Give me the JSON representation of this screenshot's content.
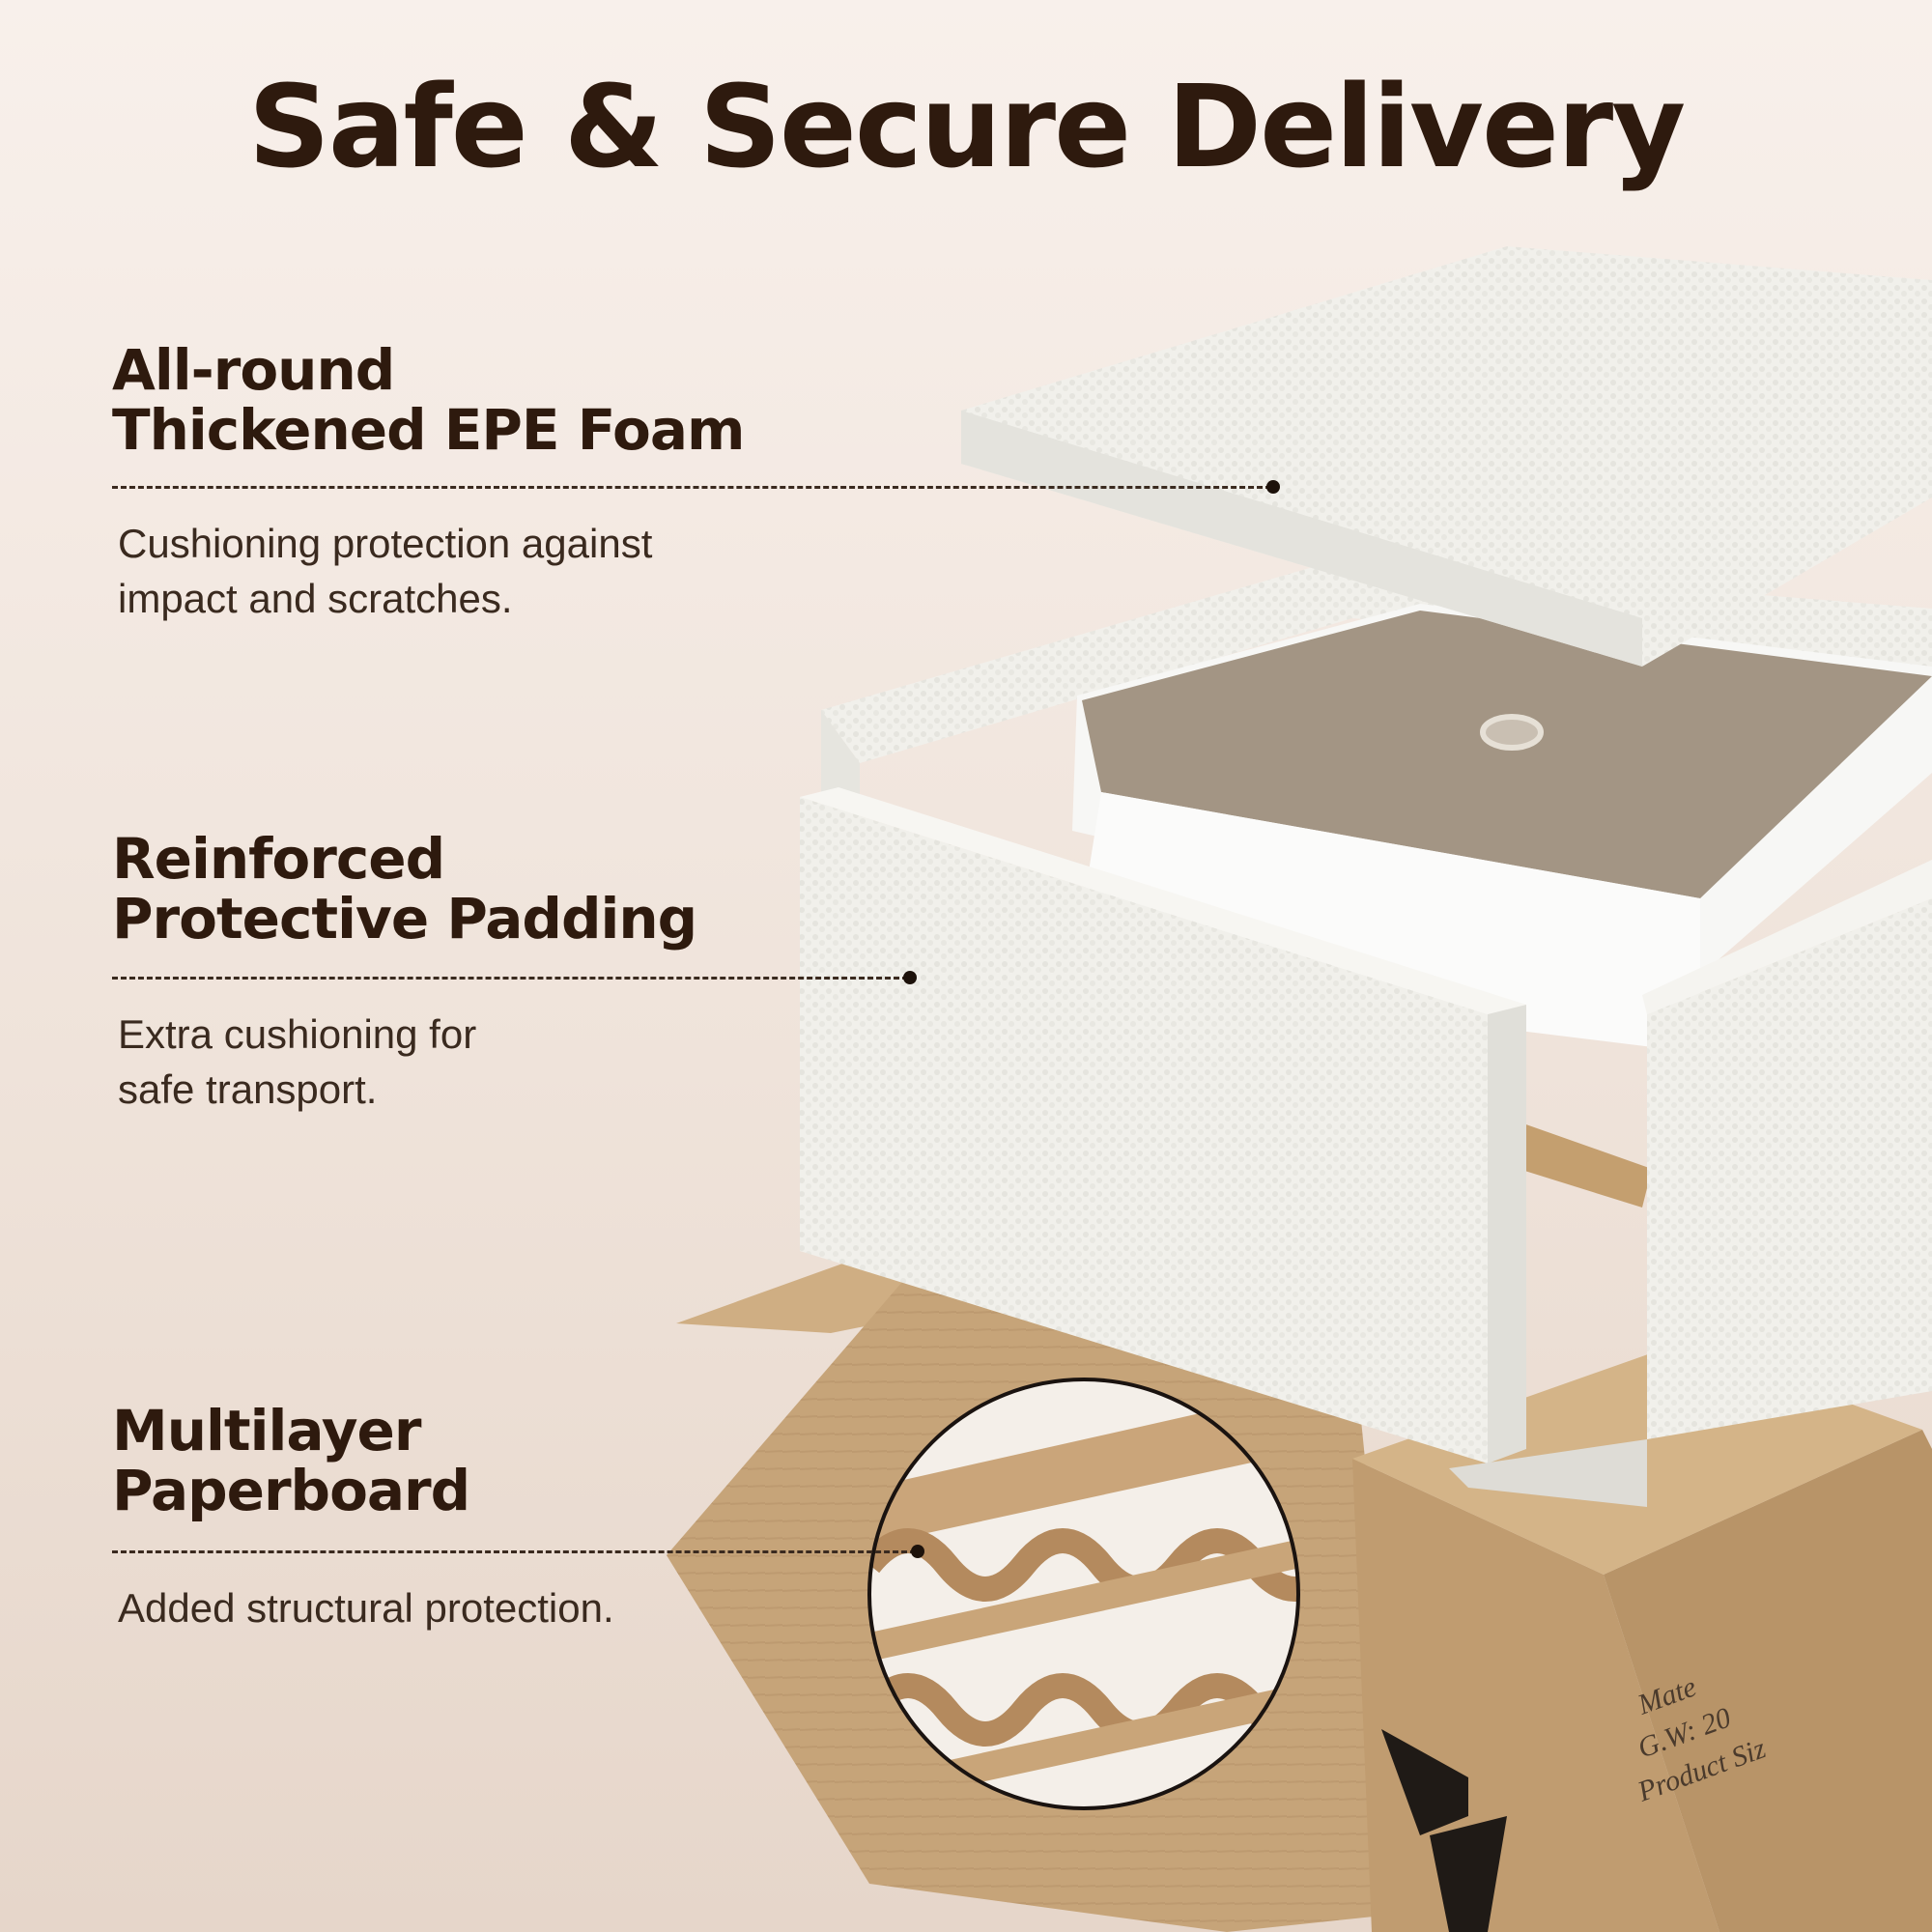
{
  "title": "Safe & Secure Delivery",
  "features": [
    {
      "heading_line1": "All-round",
      "heading_line2": "Thickened EPE Foam",
      "desc_line1": "Cushioning protection against",
      "desc_line2": "impact and scratches."
    },
    {
      "heading_line1": "Reinforced",
      "heading_line2": "Protective Padding",
      "desc_line1": "Extra cushioning for",
      "desc_line2": "safe transport."
    },
    {
      "heading_line1": "Multilayer",
      "heading_line2": "Paperboard",
      "desc_line1": "Added structural protection."
    }
  ],
  "colors": {
    "background": "#f3e8e0",
    "text_dark": "#2e1a0e",
    "foam": "#f2f1ec",
    "cardboard": "#c9a77c",
    "product_top": "#a39584"
  },
  "box_label": {
    "line1": "Mate",
    "line2": "G.W: 20",
    "line3": "Product Siz"
  }
}
